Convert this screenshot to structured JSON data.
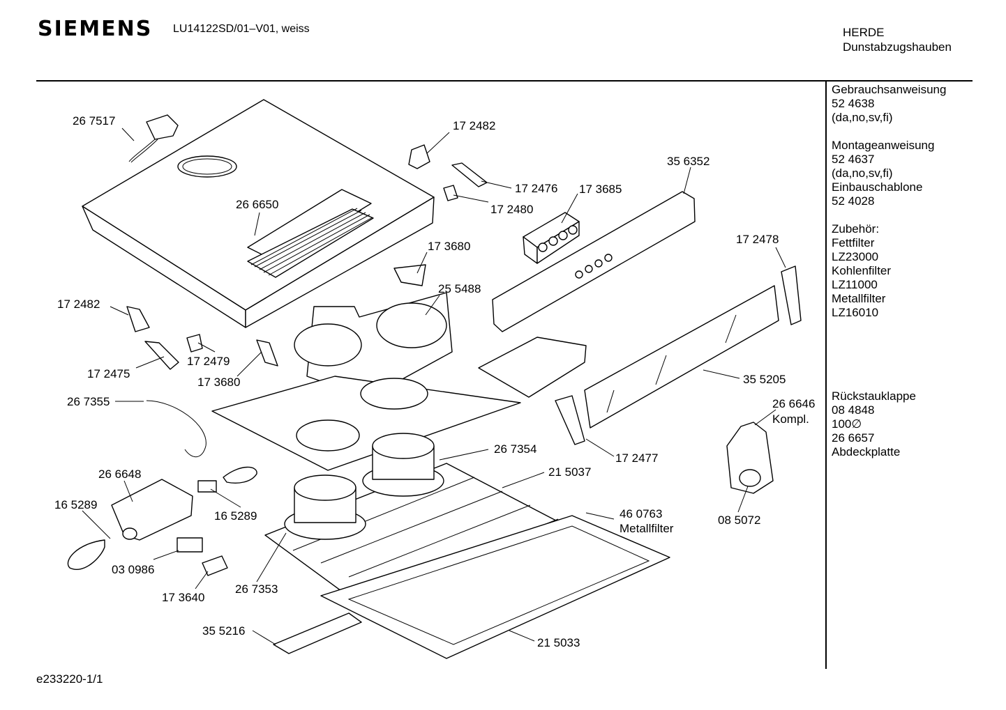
{
  "header": {
    "brand": "SIEMENS",
    "model": "LU14122SD/01–V01, weiss",
    "category_line1": "HERDE",
    "category_line2": "Dunstabzugshauben"
  },
  "sidebar": {
    "groups": [
      [
        "Gebrauchsanweisung",
        "52 4638",
        "(da,no,sv,fi)"
      ],
      [
        "Montageanweisung",
        "52 4637",
        "(da,no,sv,fi)",
        "Einbauschablone",
        "52 4028"
      ],
      [
        "Zubehör:",
        "Fettfilter",
        "LZ23000",
        "Kohlenfilter",
        "LZ11000",
        "Metallfilter",
        "LZ16010"
      ],
      [
        "Rückstauklappe",
        "08 4848",
        "100∅",
        "26 6657",
        "Abdeckplatte"
      ]
    ]
  },
  "parts": [
    {
      "number": "26 7517"
    },
    {
      "number": "17 2482"
    },
    {
      "number": "17 2476"
    },
    {
      "number": "17 3685"
    },
    {
      "number": "35 6352"
    },
    {
      "number": "17 2480"
    },
    {
      "number": "26 6650"
    },
    {
      "number": "17 3680"
    },
    {
      "number": "17 2478"
    },
    {
      "number": "25 5488"
    },
    {
      "number": "17 2482"
    },
    {
      "number": "17 2479"
    },
    {
      "number": "17 2475"
    },
    {
      "number": "17 3680"
    },
    {
      "number": "35 5205"
    },
    {
      "number": "26 7355"
    },
    {
      "number": "26 6646",
      "note": "Kompl."
    },
    {
      "number": "17 2477"
    },
    {
      "number": "26 7354"
    },
    {
      "number": "26 6648"
    },
    {
      "number": "21 5037"
    },
    {
      "number": "16 5289"
    },
    {
      "number": "16 5289"
    },
    {
      "number": "46 0763",
      "note": "Metallfilter"
    },
    {
      "number": "08 5072"
    },
    {
      "number": "03 0986"
    },
    {
      "number": "26 7353"
    },
    {
      "number": "17 3640"
    },
    {
      "number": "35 5216"
    },
    {
      "number": "21 5033"
    }
  ],
  "footer": {
    "doc_id": "e233220-1/1"
  }
}
